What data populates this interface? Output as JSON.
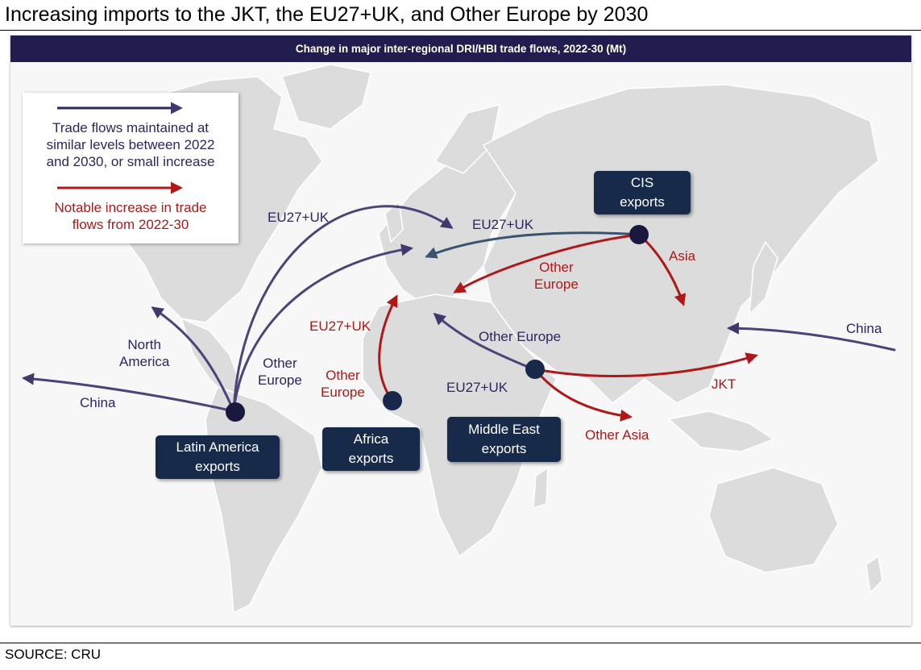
{
  "title": "Increasing imports to the JKT, the EU27+UK, and Other Europe by 2030",
  "banner": "Change in major inter-regional DRI/HBI  trade flows, 2022-30 (Mt)",
  "legend": {
    "maintained": [
      "Trade flows maintained at",
      "similar levels between 2022",
      "and 2030, or small increase"
    ],
    "increase": [
      "Notable increase in trade",
      "flows from 2022-30"
    ]
  },
  "regions": {
    "cis": [
      "CIS",
      "exports"
    ],
    "latam": [
      "Latin America",
      "exports"
    ],
    "africa": [
      "Africa",
      "exports"
    ],
    "mideast": [
      "Middle East",
      "exports"
    ]
  },
  "flow_labels": {
    "cis_eu": "EU27+UK",
    "cis_asia": "Asia",
    "cis_other_europe": [
      "Other",
      "Europe"
    ],
    "latam_eu": "EU27+UK",
    "latam_north_america": [
      "North",
      "America"
    ],
    "latam_other_europe": [
      "Other",
      "Europe"
    ],
    "latam_china": "China",
    "africa_eu": "EU27+UK",
    "africa_other_europe": [
      "Other",
      "Europe"
    ],
    "me_other_europe": "Other Europe",
    "me_eu": "EU27+UK",
    "me_jkt": "JKT",
    "me_other_asia": "Other Asia",
    "china_in": "China"
  },
  "colors": {
    "navy": "#2a2760",
    "red": "#b01818",
    "banner": "#211d4e",
    "region_box": "#182a4a",
    "land": "#dcdcdc"
  },
  "source": "SOURCE: CRU"
}
